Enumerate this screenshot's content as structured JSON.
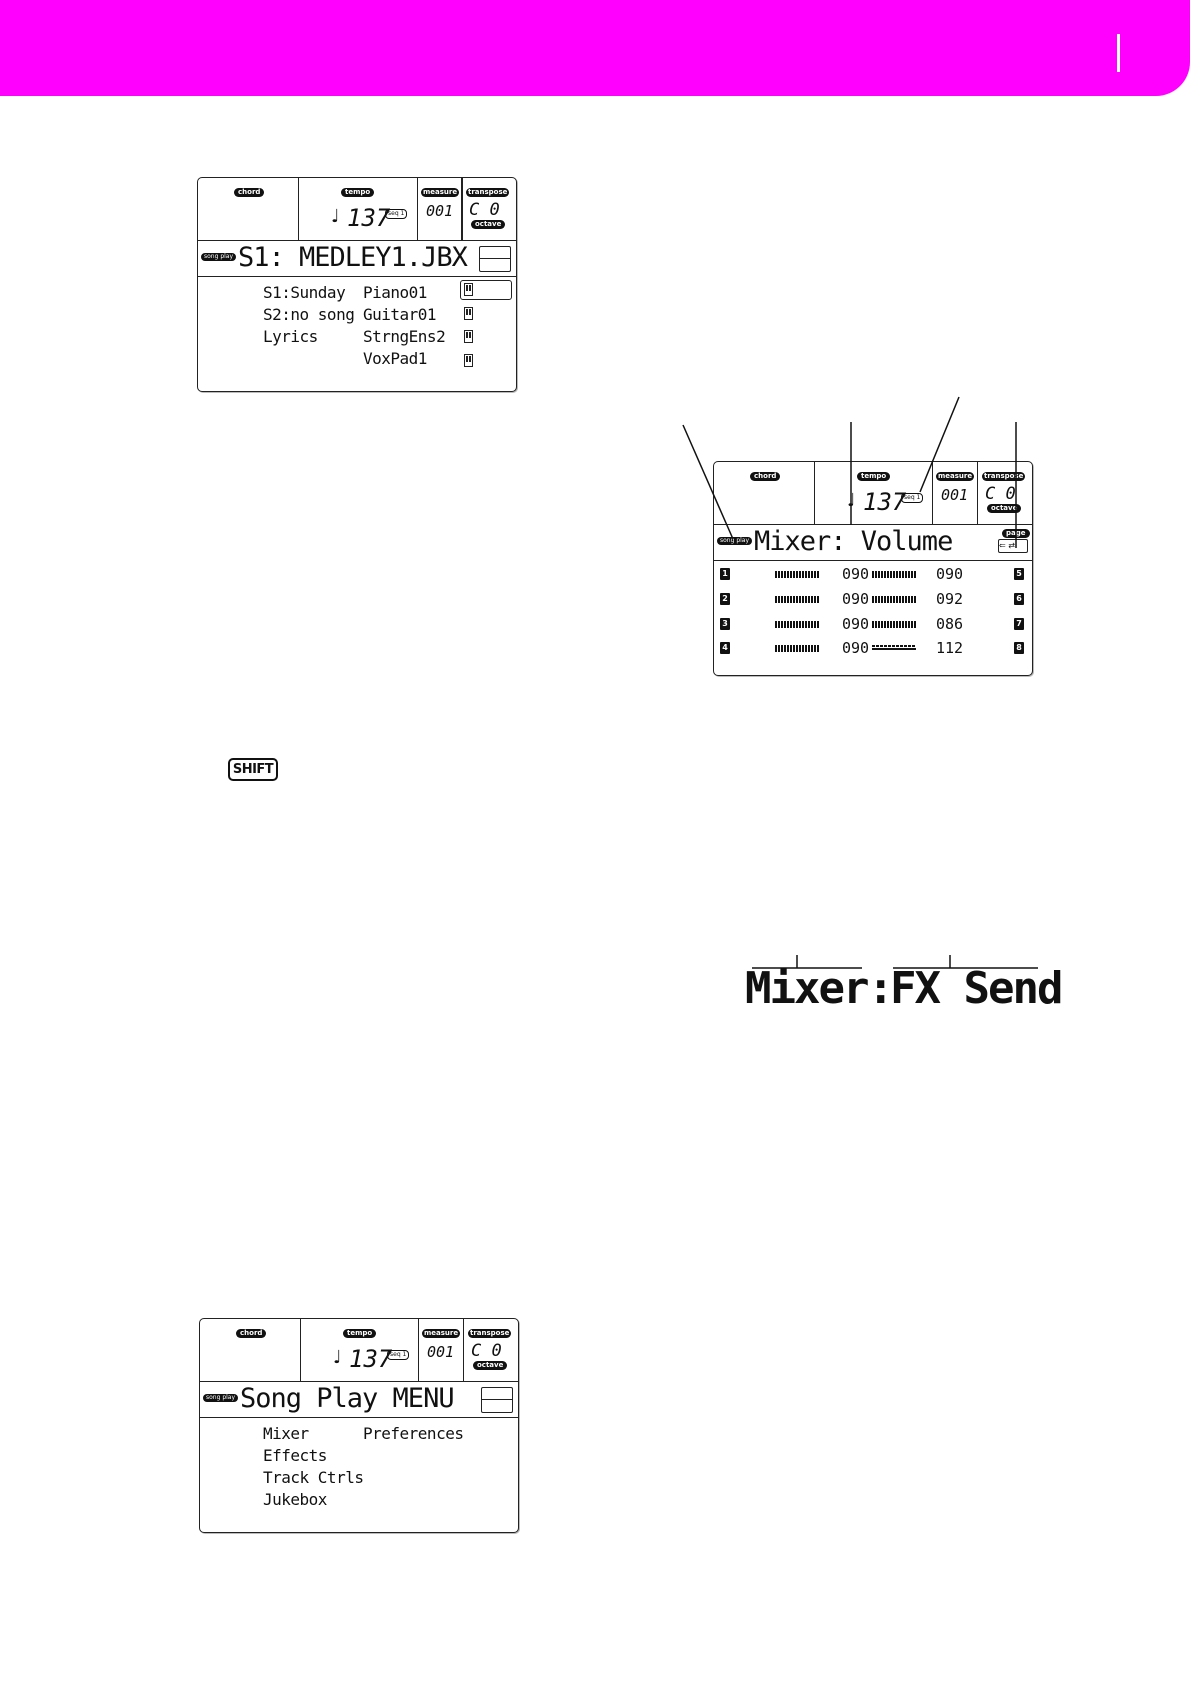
{
  "header": {
    "color": "#ff00ff"
  },
  "lcd_song_play": {
    "labels": {
      "chord": "chord",
      "tempo": "tempo",
      "measure": "measure",
      "transpose": "transpose",
      "octave": "octave",
      "seq": "seq 1"
    },
    "tempo": "137",
    "measure": "001",
    "transpose": "C  0",
    "title": "S1: MEDLEY1.JBX",
    "mode_tag": "song play",
    "left_items": [
      "S1:Sunday",
      "S2:no song",
      "Lyrics"
    ],
    "tracks": [
      "Piano01",
      "Guitar01",
      "StrngEns2",
      "VoxPad1"
    ]
  },
  "lcd_mixer": {
    "labels": {
      "chord": "chord",
      "tempo": "tempo",
      "measure": "measure",
      "transpose": "transpose",
      "octave": "octave",
      "seq": "seq 1",
      "page": "page"
    },
    "tempo": "137",
    "measure": "001",
    "transpose": "C  0",
    "mode_tag": "song play",
    "title": "Mixer: Volume",
    "channels": [
      {
        "left": "1",
        "right": "5",
        "val_a": "090",
        "val_b": "090",
        "fill_b": 1.0
      },
      {
        "left": "2",
        "right": "6",
        "val_a": "090",
        "val_b": "092",
        "fill_b": 1.0
      },
      {
        "left": "3",
        "right": "7",
        "val_a": "090",
        "val_b": "086",
        "fill_b": 1.0
      },
      {
        "left": "4",
        "right": "8",
        "val_a": "090",
        "val_b": "112",
        "fill_b": 1.0
      }
    ]
  },
  "shift_key": "SHIFT",
  "big_title": {
    "part1": "Mixer:",
    "part2": "FX Send"
  },
  "lcd_menu": {
    "labels": {
      "chord": "chord",
      "tempo": "tempo",
      "measure": "measure",
      "transpose": "transpose",
      "octave": "octave",
      "seq": "seq 1"
    },
    "tempo": "137",
    "measure": "001",
    "transpose": "C  0",
    "mode_tag": "song play",
    "title": "Song Play MENU",
    "col1": [
      "Mixer",
      "Effects",
      "Track Ctrls",
      "Jukebox"
    ],
    "col2": [
      "Preferences"
    ]
  }
}
